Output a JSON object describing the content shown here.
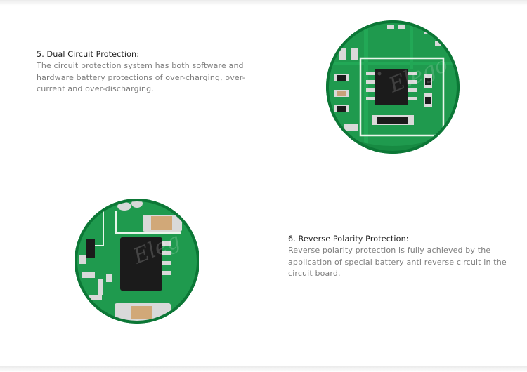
{
  "features": [
    {
      "title": "5. Dual Circuit Protection:",
      "description_lines": [
        "The circuit protection system has both software and",
        "hardware battery protections of over-charging, over-",
        "current and over-discharging."
      ],
      "image": {
        "watermark": "Elego",
        "icon": "pcb-protection-chip-icon"
      }
    },
    {
      "title": "6. Reverse Polarity Protection:",
      "description_lines": [
        "Reverse polarity protection is fully achieved by the",
        "application of special battery anti reverse circuit in the",
        "circuit board."
      ],
      "image": {
        "watermark": "Eleg",
        "icon": "pcb-reverse-polarity-chip-icon"
      }
    }
  ],
  "colors": {
    "pcb_green": "#1f9a4e",
    "pcb_dark": "#137a3a",
    "chip_black": "#1b1b1b",
    "pad_silver": "#d9d9d9",
    "ring_light": "#0f8a40"
  }
}
